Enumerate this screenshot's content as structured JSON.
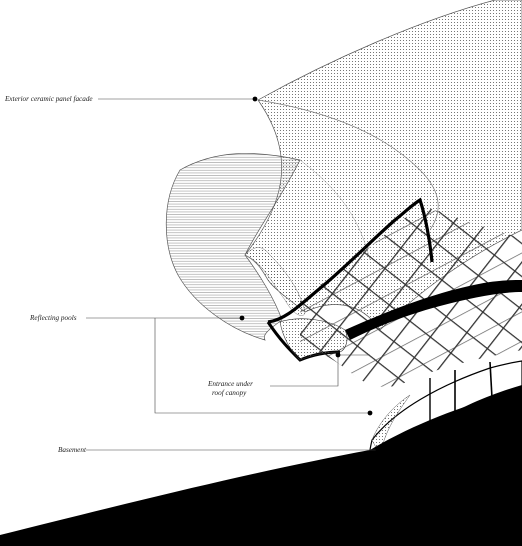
{
  "labels": {
    "facade": "Exterior ceramic panel facade",
    "pools": "Reflecting pools",
    "entrance_line1": "Entrance under",
    "entrance_line2": "roof canopy",
    "basement": "Basement"
  },
  "colors": {
    "ink": "#000000",
    "line": "#444444",
    "background": "#ffffff"
  }
}
